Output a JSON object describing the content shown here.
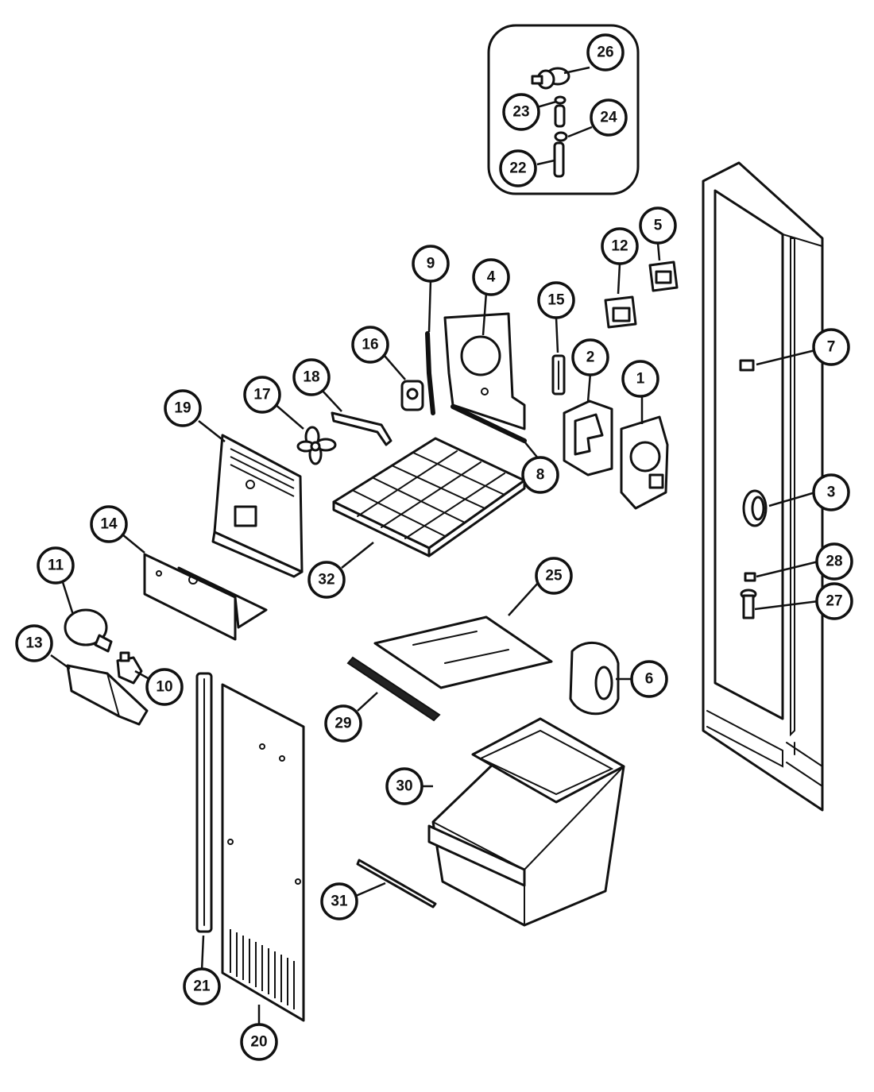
{
  "callouts": [
    {
      "label": "1"
    },
    {
      "label": "2"
    },
    {
      "label": "3"
    },
    {
      "label": "4"
    },
    {
      "label": "5"
    },
    {
      "label": "6"
    },
    {
      "label": "7"
    },
    {
      "label": "8"
    },
    {
      "label": "9"
    },
    {
      "label": "10"
    },
    {
      "label": "11"
    },
    {
      "label": "12"
    },
    {
      "label": "13"
    },
    {
      "label": "14"
    },
    {
      "label": "15"
    },
    {
      "label": "16"
    },
    {
      "label": "17"
    },
    {
      "label": "18"
    },
    {
      "label": "19"
    },
    {
      "label": "20"
    },
    {
      "label": "21"
    },
    {
      "label": "22"
    },
    {
      "label": "23"
    },
    {
      "label": "24"
    },
    {
      "label": "25"
    },
    {
      "label": "26"
    },
    {
      "label": "27"
    },
    {
      "label": "28"
    },
    {
      "label": "29"
    },
    {
      "label": "30"
    },
    {
      "label": "31"
    },
    {
      "label": "32"
    }
  ]
}
